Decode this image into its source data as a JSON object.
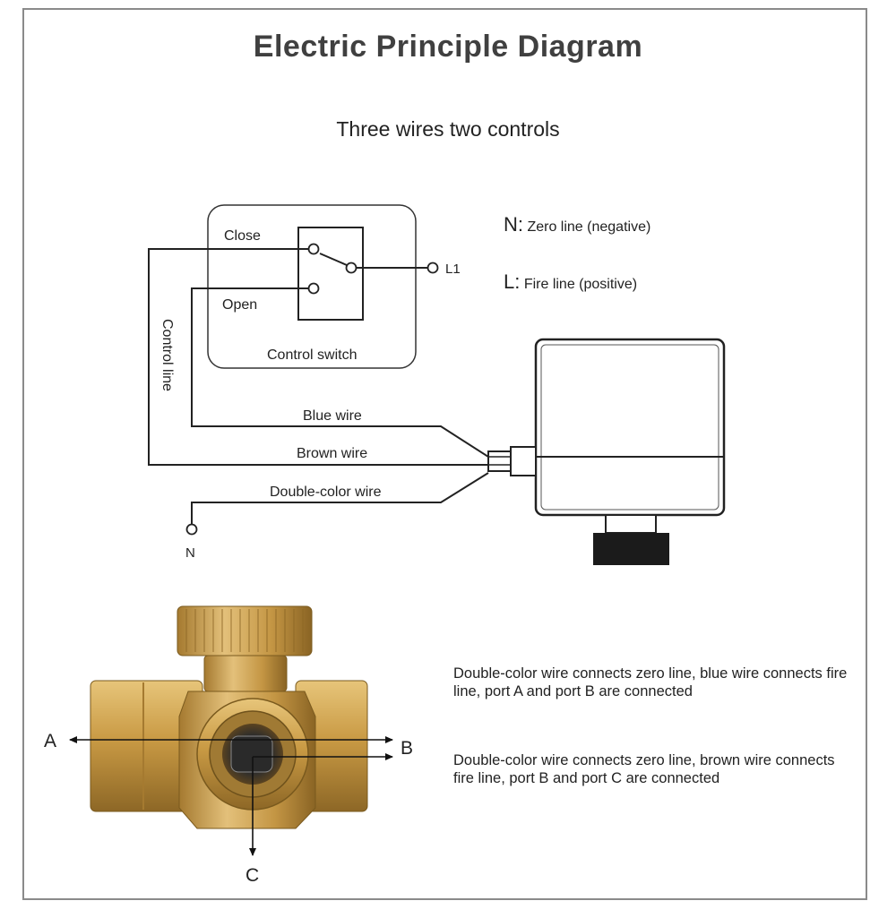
{
  "title": "Electric Principle Diagram",
  "subtitle": "Three wires two controls",
  "switch": {
    "close_label": "Close",
    "open_label": "Open",
    "caption": "Control switch",
    "l1_label": "L1"
  },
  "control_line_label": "Control line",
  "wires": {
    "blue": "Blue wire",
    "brown": "Brown wire",
    "double": "Double-color wire"
  },
  "neutral_label": "N",
  "legend": [
    {
      "key": "N:",
      "text": "Zero line (negative)"
    },
    {
      "key": "L:",
      "text": "Fire line (positive)"
    }
  ],
  "ports": {
    "a": "A",
    "b": "B",
    "c": "C"
  },
  "descriptions": [
    "Double-color wire connects zero line, blue wire connects fire line, port A and port B are connected",
    "Double-color wire connects zero line, brown wire connects fire line, port B and port C are connected"
  ],
  "colors": {
    "brass": "#c9a24a",
    "brass_dark": "#8a6a26",
    "actuator_cap": "#1b1b1b"
  }
}
